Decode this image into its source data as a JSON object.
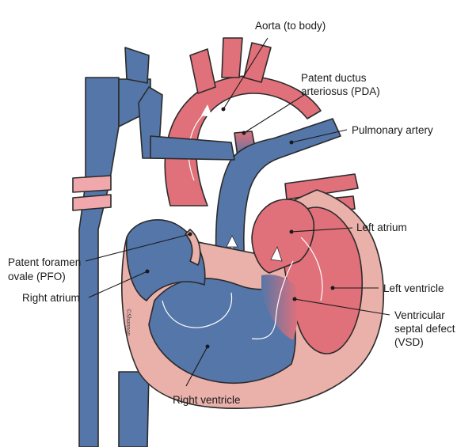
{
  "colors": {
    "oxygenated": "#e0707a",
    "oxygenated_light": "#f0a8ac",
    "deoxygenated": "#5576a8",
    "deoxygenated_dark": "#3f5f92",
    "muscle": "#eab0aa",
    "outline": "#2b2b2b"
  },
  "labels": {
    "aorta": [
      "Aorta (to body)"
    ],
    "pda": [
      "Patent ductus",
      "arteriosus (PDA)"
    ],
    "pulmonary_artery": [
      "Pulmonary artery"
    ],
    "left_atrium": [
      "Left atrium"
    ],
    "pfo": [
      "Patent foramen",
      "ovale (PFO)"
    ],
    "right_atrium": [
      "Right atrium"
    ],
    "left_ventricle": [
      "Left ventricle"
    ],
    "vsd": [
      "Ventricular",
      "septal defect",
      "(VSD)"
    ],
    "right_ventricle": [
      "Right ventricle"
    ]
  },
  "signature": "©Shannon"
}
